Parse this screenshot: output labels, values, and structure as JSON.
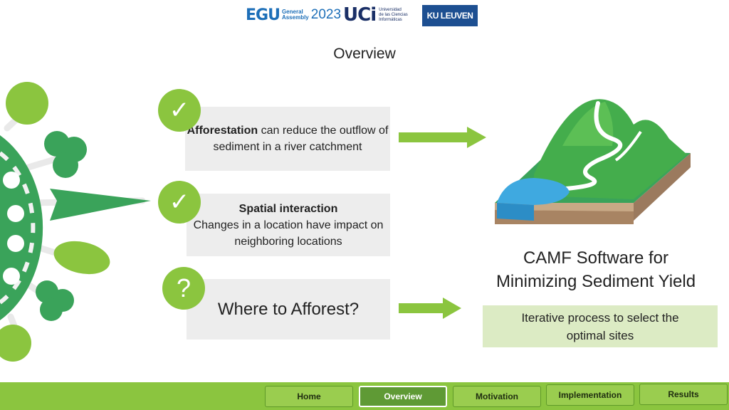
{
  "header": {
    "egu": {
      "mark": "EGU",
      "line1": "General",
      "line2": "Assembly",
      "year": "2023"
    },
    "uci": {
      "mark": "UCi",
      "line1": "Universidad",
      "line2": "de las Ciencias",
      "line3": "Informáticas"
    },
    "ku": {
      "mark": "KU LEUVEN"
    }
  },
  "page": {
    "title": "Overview"
  },
  "cards": [
    {
      "badge": "✓",
      "bold": "Afforestation",
      "text": " can reduce the outflow of sediment in a river catchment"
    },
    {
      "badge": "✓",
      "bold": "Spatial interaction",
      "text": "Changes in a location have impact on neighboring locations"
    },
    {
      "badge": "?",
      "text": "Where to Afforest?"
    }
  ],
  "right": {
    "camf_line1": "CAMF Software for",
    "camf_line2": "Minimizing Sediment Yield",
    "iter_line1": "Iterative process to select the",
    "iter_line2": "optimal sites"
  },
  "nav": {
    "home": "Home",
    "overview": "Overview",
    "motivation": "Motivation",
    "implementation": "Implementation",
    "results": "Results"
  },
  "colors": {
    "accent": "#8bc53f",
    "dark_green": "#3a9a4a",
    "card_bg": "#ededed",
    "box_bg": "#dcebc4"
  }
}
